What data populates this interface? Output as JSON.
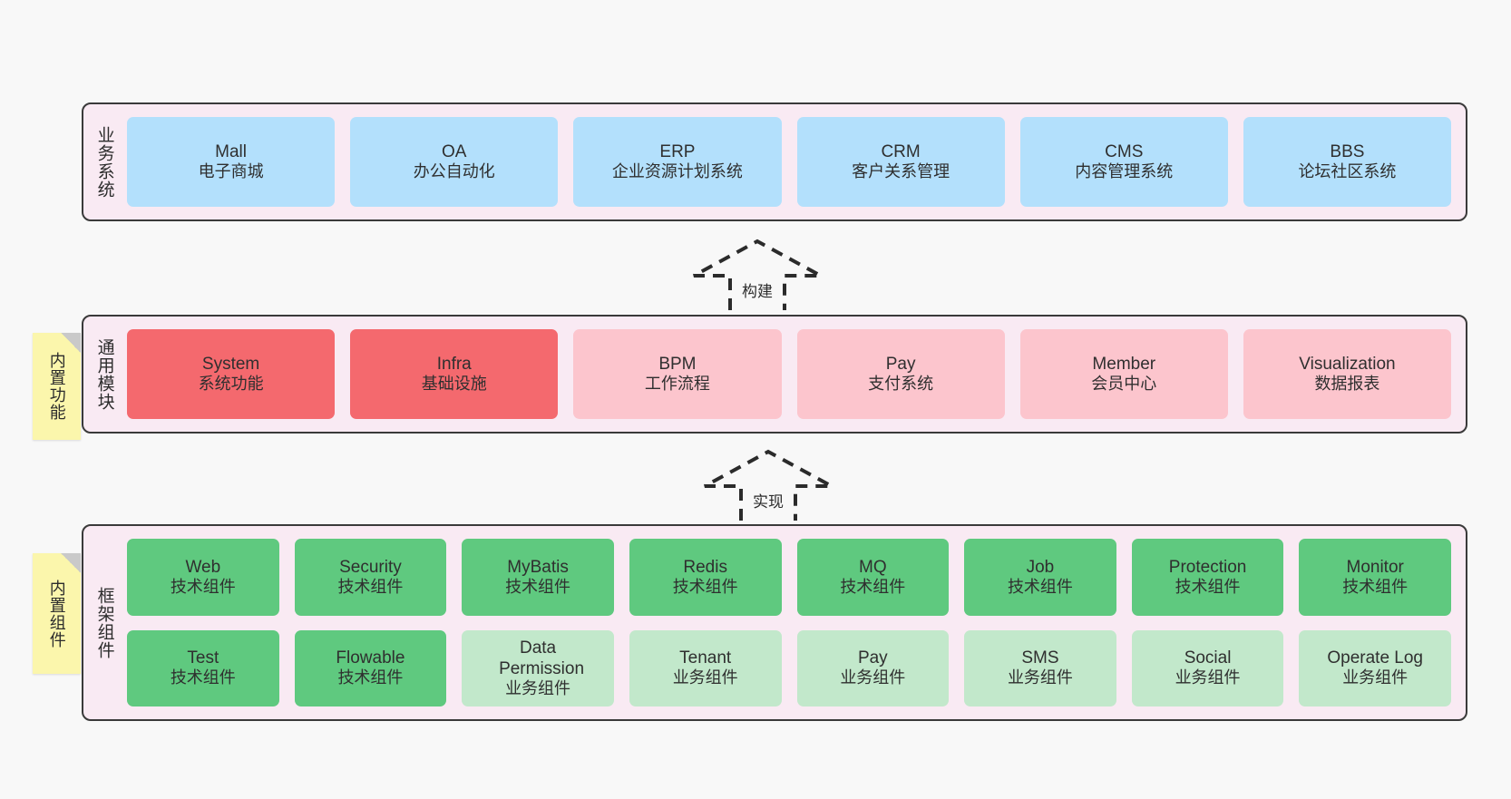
{
  "diagram": {
    "background": "#f8f8f8",
    "palette": {
      "container_fill": "#f9eaf3",
      "container_border": "#3a3a3a",
      "blue": "#b3e0fc",
      "red": "#f4696e",
      "pink": "#fcc5cd",
      "green": "#5fc97f",
      "light_green": "#c2e8cb",
      "sticky_yellow": "#fbf6ac",
      "sticky_fold": "#c9c9c9"
    },
    "layers": [
      {
        "id": "business-system",
        "title": "业务系统",
        "rows": [
          {
            "cards": [
              {
                "en": "Mall",
                "cn": "电子商城",
                "color": "blue"
              },
              {
                "en": "OA",
                "cn": "办公自动化",
                "color": "blue"
              },
              {
                "en": "ERP",
                "cn": "企业资源计划系统",
                "color": "blue"
              },
              {
                "en": "CRM",
                "cn": "客户关系管理",
                "color": "blue"
              },
              {
                "en": "CMS",
                "cn": "内容管理系统",
                "color": "blue"
              },
              {
                "en": "BBS",
                "cn": "论坛社区系统",
                "color": "blue"
              }
            ]
          }
        ]
      },
      {
        "id": "common-module",
        "title": "通用模块",
        "sticky": "内置功能",
        "rows": [
          {
            "cards": [
              {
                "en": "System",
                "cn": "系统功能",
                "color": "red"
              },
              {
                "en": "Infra",
                "cn": "基础设施",
                "color": "red"
              },
              {
                "en": "BPM",
                "cn": "工作流程",
                "color": "pink"
              },
              {
                "en": "Pay",
                "cn": "支付系统",
                "color": "pink"
              },
              {
                "en": "Member",
                "cn": "会员中心",
                "color": "pink"
              },
              {
                "en": "Visualization",
                "cn": "数据报表",
                "color": "pink"
              }
            ]
          }
        ]
      },
      {
        "id": "framework-component",
        "title": "框架组件",
        "sticky": "内置组件",
        "rows": [
          {
            "cards": [
              {
                "en": "Web",
                "cn": "技术组件",
                "color": "green"
              },
              {
                "en": "Security",
                "cn": "技术组件",
                "color": "green"
              },
              {
                "en": "MyBatis",
                "cn": "技术组件",
                "color": "green"
              },
              {
                "en": "Redis",
                "cn": "技术组件",
                "color": "green"
              },
              {
                "en": "MQ",
                "cn": "技术组件",
                "color": "green"
              },
              {
                "en": "Job",
                "cn": "技术组件",
                "color": "green"
              },
              {
                "en": "Protection",
                "cn": "技术组件",
                "color": "green"
              },
              {
                "en": "Monitor",
                "cn": "技术组件",
                "color": "green"
              }
            ]
          },
          {
            "cards": [
              {
                "en": "Test",
                "cn": "技术组件",
                "color": "green"
              },
              {
                "en": "Flowable",
                "cn": "技术组件",
                "color": "green"
              },
              {
                "en": "Data Permission",
                "cn": "业务组件",
                "color": "lgreen"
              },
              {
                "en": "Tenant",
                "cn": "业务组件",
                "color": "lgreen"
              },
              {
                "en": "Pay",
                "cn": "业务组件",
                "color": "lgreen"
              },
              {
                "en": "SMS",
                "cn": "业务组件",
                "color": "lgreen"
              },
              {
                "en": "Social",
                "cn": "业务组件",
                "color": "lgreen"
              },
              {
                "en": "Operate Log",
                "cn": "业务组件",
                "color": "lgreen"
              }
            ]
          }
        ]
      }
    ],
    "arrows": [
      {
        "id": "build",
        "label": "构建"
      },
      {
        "id": "implement",
        "label": "实现"
      }
    ]
  }
}
